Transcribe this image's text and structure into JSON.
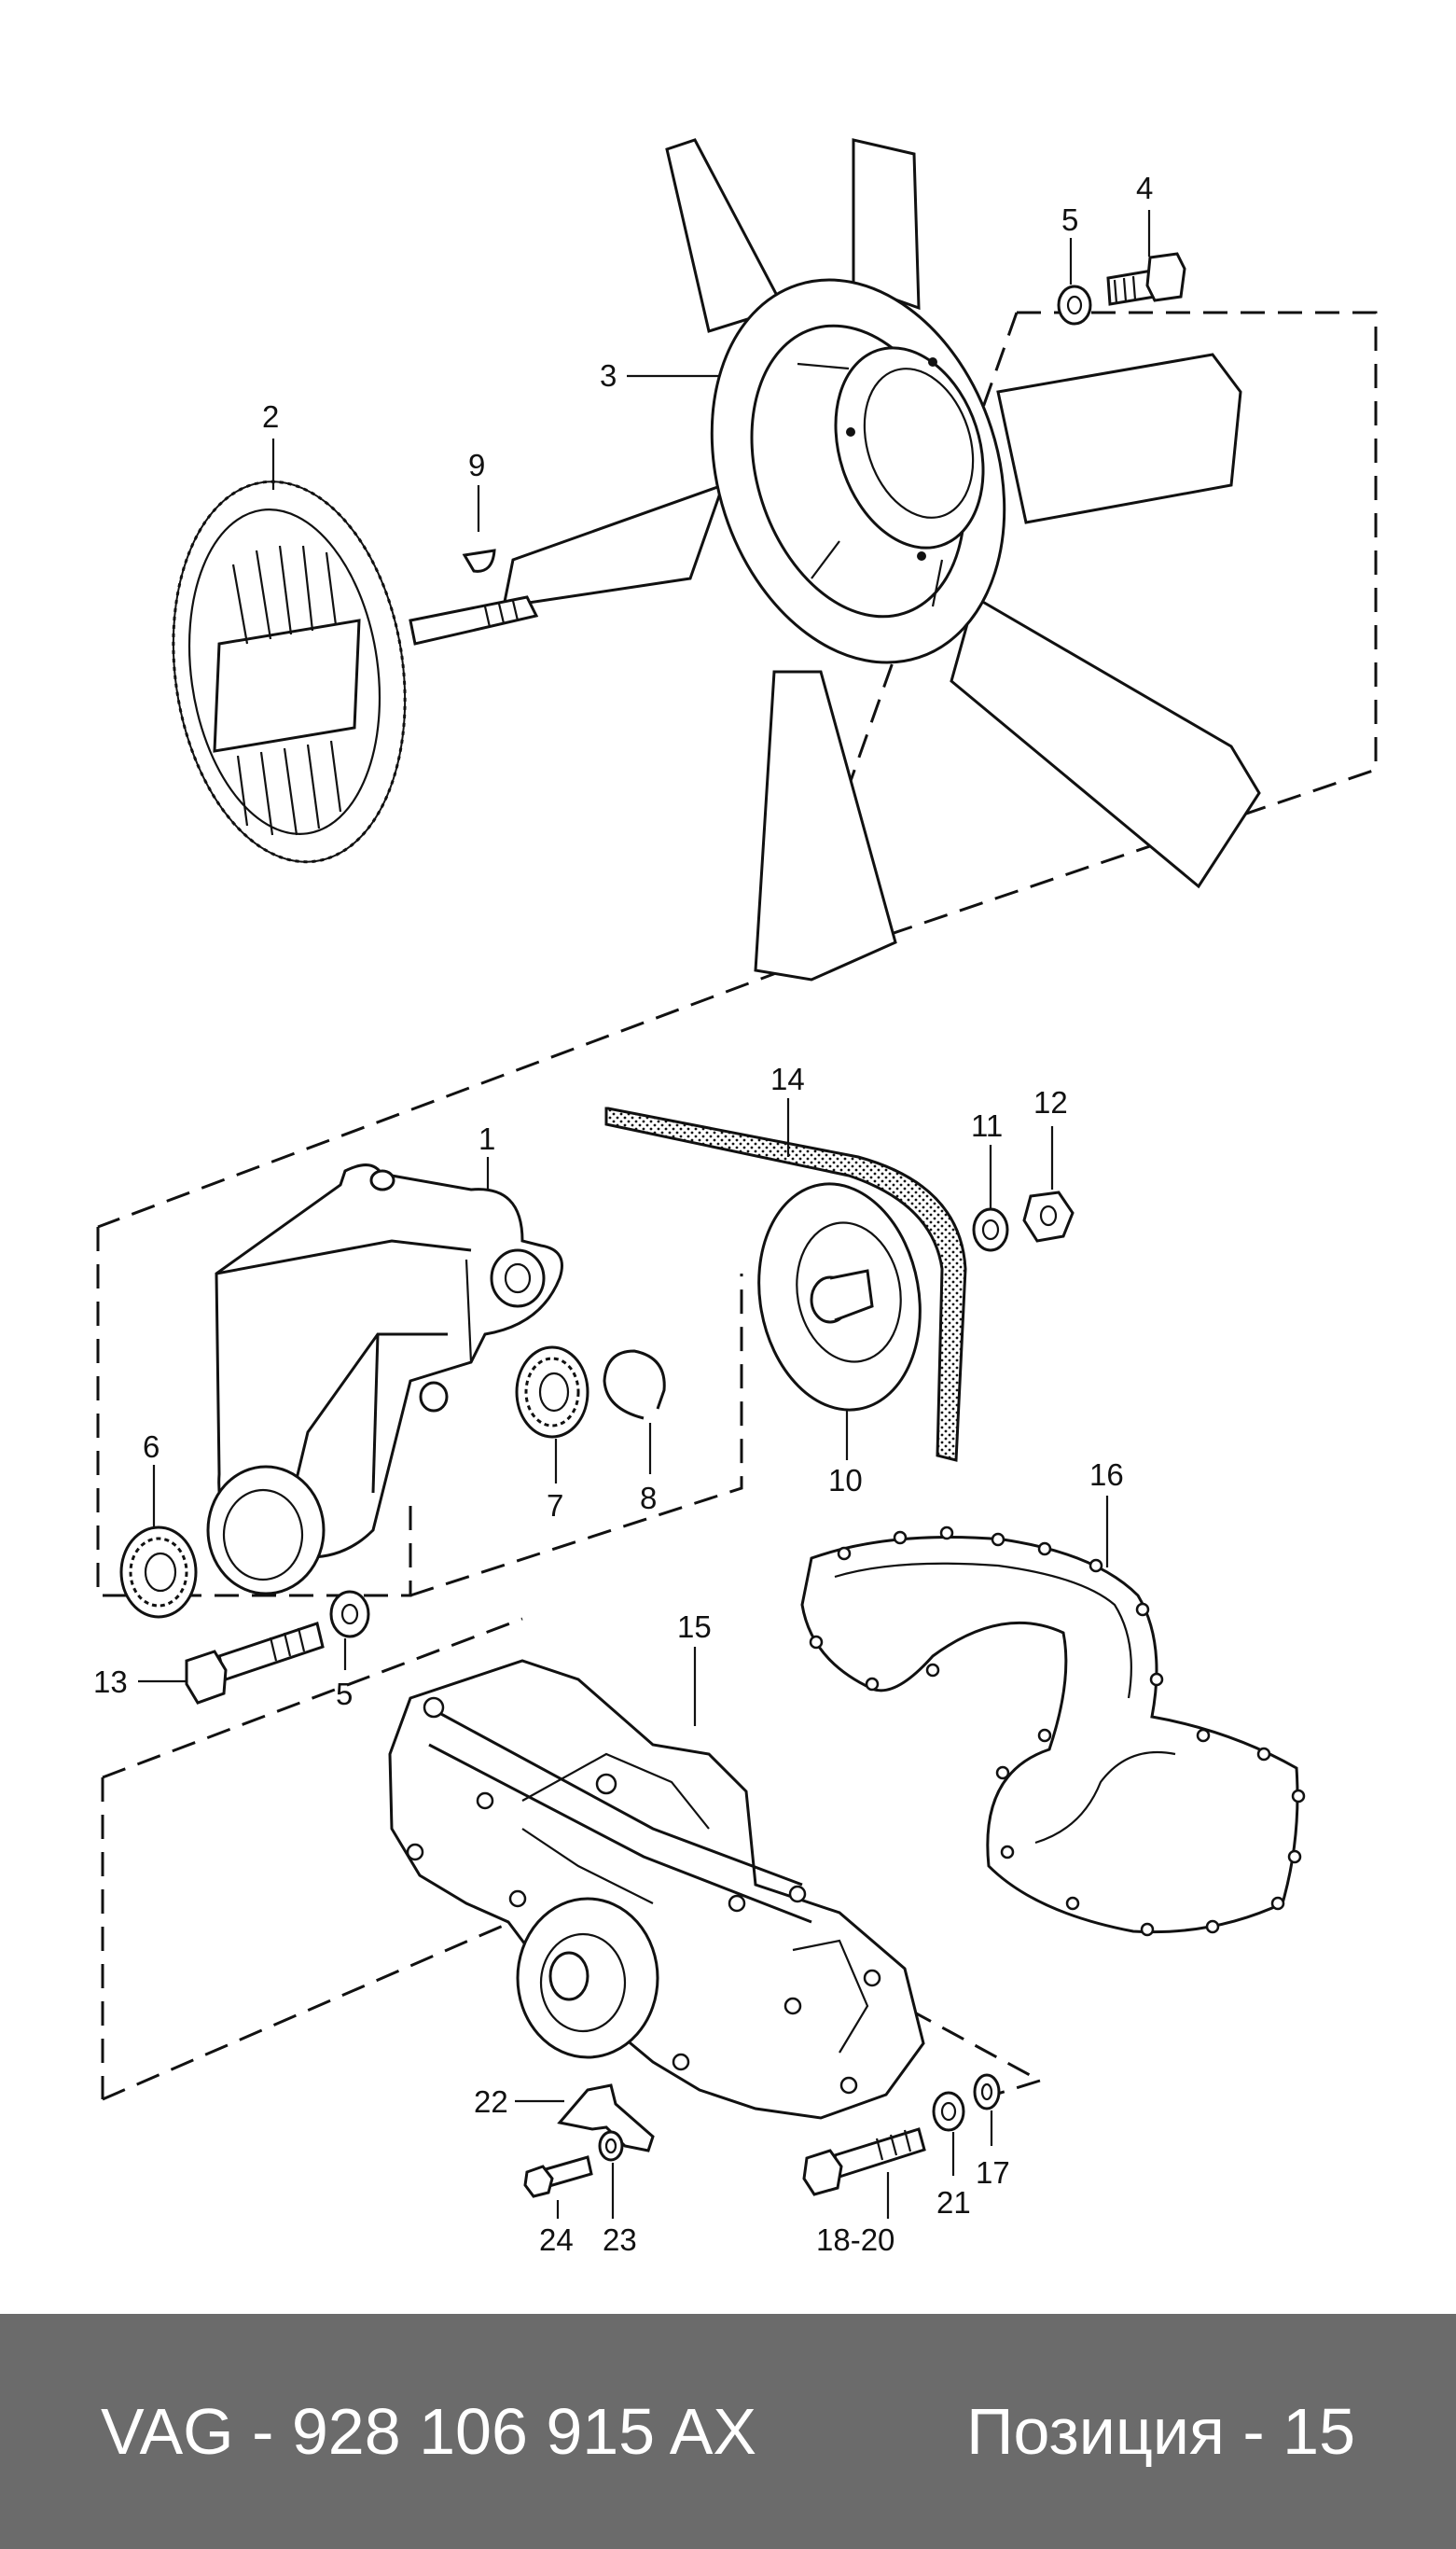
{
  "diagram": {
    "labels": {
      "l1": "1",
      "l2": "2",
      "l3": "3",
      "l4": "4",
      "l5a": "5",
      "l5b": "5",
      "l6": "6",
      "l7": "7",
      "l8": "8",
      "l9": "9",
      "l10": "10",
      "l11": "11",
      "l12": "12",
      "l13": "13",
      "l14": "14",
      "l15": "15",
      "l16": "16",
      "l17": "17",
      "l18": "18-20",
      "l21": "21",
      "l22": "22",
      "l23": "23",
      "l24": "24"
    }
  },
  "footer": {
    "part_number": "VAG - 928 106 915 AX",
    "position": "Позиция - 15"
  },
  "colors": {
    "footer_background": "#6b6b6b",
    "footer_text": "#ffffff",
    "line_art": "#111111"
  }
}
